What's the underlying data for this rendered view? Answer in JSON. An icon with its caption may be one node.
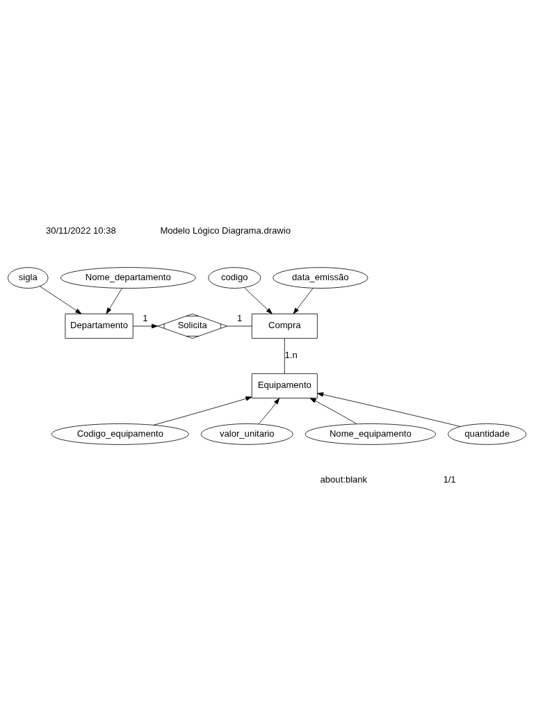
{
  "diagram": {
    "nodes": [
      {
        "text": [
          "Departamento"
        ]
      },
      {
        "text": [
          "Solicita"
        ]
      },
      {
        "text": [
          "Compra"
        ]
      },
      {
        "text": [
          "Equipamento"
        ]
      },
      {
        "text": [
          "sigla"
        ]
      },
      {
        "text": [
          "Nome_departamento"
        ]
      },
      {
        "text": [
          "codigo"
        ]
      },
      {
        "text": [
          "data_emissão"
        ]
      },
      {
        "text": [
          "Codigo_equipamento"
        ]
      },
      {
        "text": [
          "valor_unitario"
        ]
      },
      {
        "text": [
          "Nome_equipamento"
        ]
      },
      {
        "text": [
          "quantidade"
        ]
      }
    ],
    "edges": [
      {
        "from": 0,
        "to": 1,
        "arrow": "to",
        "label": "1"
      },
      {
        "from": 1,
        "to": 2,
        "arrow": "none",
        "label": "1"
      },
      {
        "from": 2,
        "to": 3,
        "arrow": "none",
        "label": "1.n"
      },
      {
        "from": 4,
        "to": 0,
        "arrow": "to"
      },
      {
        "from": 5,
        "to": 0,
        "arrow": "to"
      },
      {
        "from": 6,
        "to": 2,
        "arrow": "to"
      },
      {
        "from": 7,
        "to": 2,
        "arrow": "to"
      },
      {
        "from": 8,
        "to": 3,
        "arrow": "to"
      },
      {
        "from": 9,
        "to": 3,
        "arrow": "to"
      },
      {
        "from": 10,
        "to": 3,
        "arrow": "to"
      },
      {
        "from": 11,
        "to": 3,
        "arrow": "to"
      }
    ],
    "labels": [
      "30/11/2022 10:38",
      "Modelo Lógico Diagrama.drawio",
      "about:blank",
      "1/1"
    ]
  }
}
